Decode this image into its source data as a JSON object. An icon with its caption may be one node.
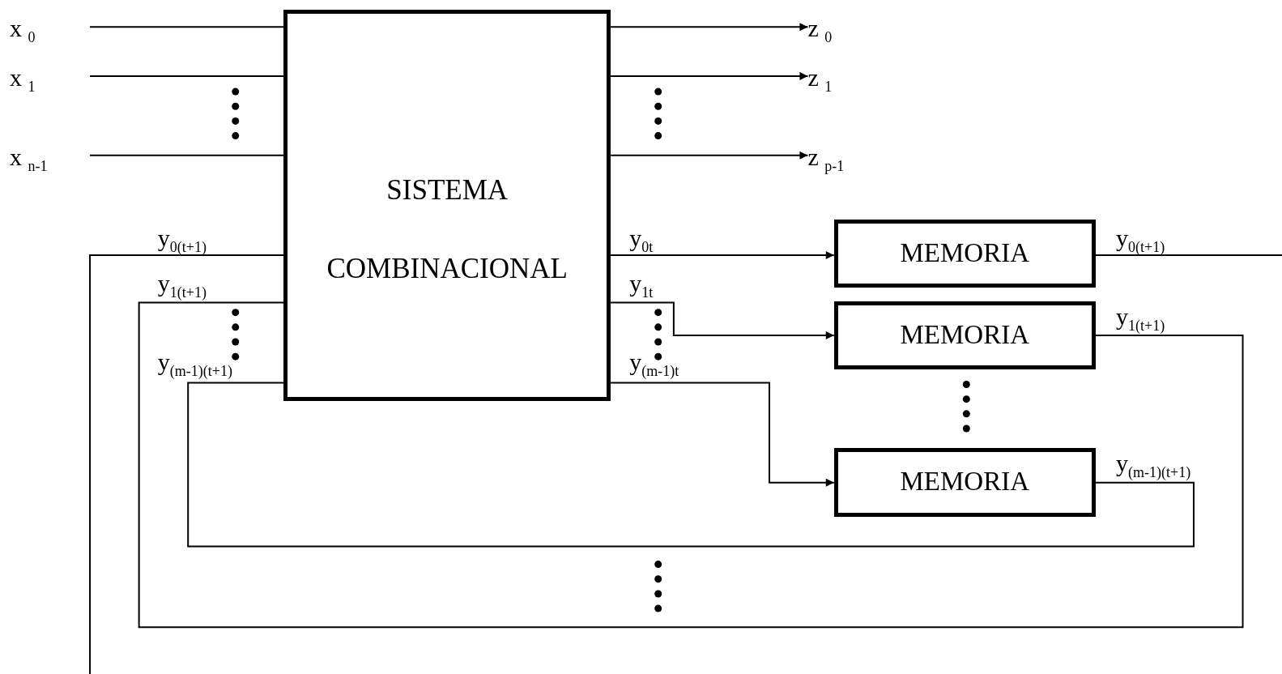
{
  "diagram": {
    "nodes": [
      {
        "text": [
          "x $_{0}$"
        ]
      },
      {
        "text": [
          "x $_{1}$"
        ]
      },
      {
        "text": [
          "x $_{n-1}$"
        ]
      },
      {
        "text": [
          "SISTEMA COMBINACIONAL"
        ]
      },
      {
        "text": [
          "z $_{0}$"
        ]
      },
      {
        "text": [
          "z $_{1}$"
        ]
      },
      {
        "text": [
          "z $_{p-1}$"
        ]
      },
      {
        "text": [
          "MEMORIA"
        ]
      },
      {
        "text": [
          "MEMORIA"
        ]
      },
      {
        "text": [
          "MEMORIA"
        ]
      }
    ],
    "edges": [
      {
        "from": 0,
        "to": 3,
        "arrow": "none"
      },
      {
        "from": 1,
        "to": 3,
        "arrow": "none"
      },
      {
        "from": 2,
        "to": 3,
        "arrow": "none"
      },
      {
        "from": 3,
        "to": 4,
        "arrow": "to"
      },
      {
        "from": 3,
        "to": 5,
        "arrow": "to"
      },
      {
        "from": 3,
        "to": 6,
        "arrow": "to"
      },
      {
        "from": 3,
        "to": 7,
        "arrow": "to"
      },
      {
        "from": 3,
        "to": 8,
        "arrow": "to"
      },
      {
        "from": 3,
        "to": 9,
        "arrow": "to"
      },
      {
        "from": 8,
        "to": 3,
        "arrow": "none"
      },
      {
        "from": 9,
        "to": 3,
        "arrow": "none"
      },
      {
        "from": 7,
        "to": null,
        "arrow": "none"
      },
      {
        "from": null,
        "to": 3,
        "arrow": "none"
      }
    ],
    "labels": [
      "y$_{0(t+1)}$",
      "y$_{0t}$",
      "y$_{0(t+1)}$",
      "y$_{1(t+1)}$",
      "y$_{1t}$",
      "y$_{1(t+1)}$",
      "y$_{(m-1)(t+1)}$",
      "y$_{(m-1)t}$",
      "y$_{(m-1)(t+1)}$"
    ]
  }
}
